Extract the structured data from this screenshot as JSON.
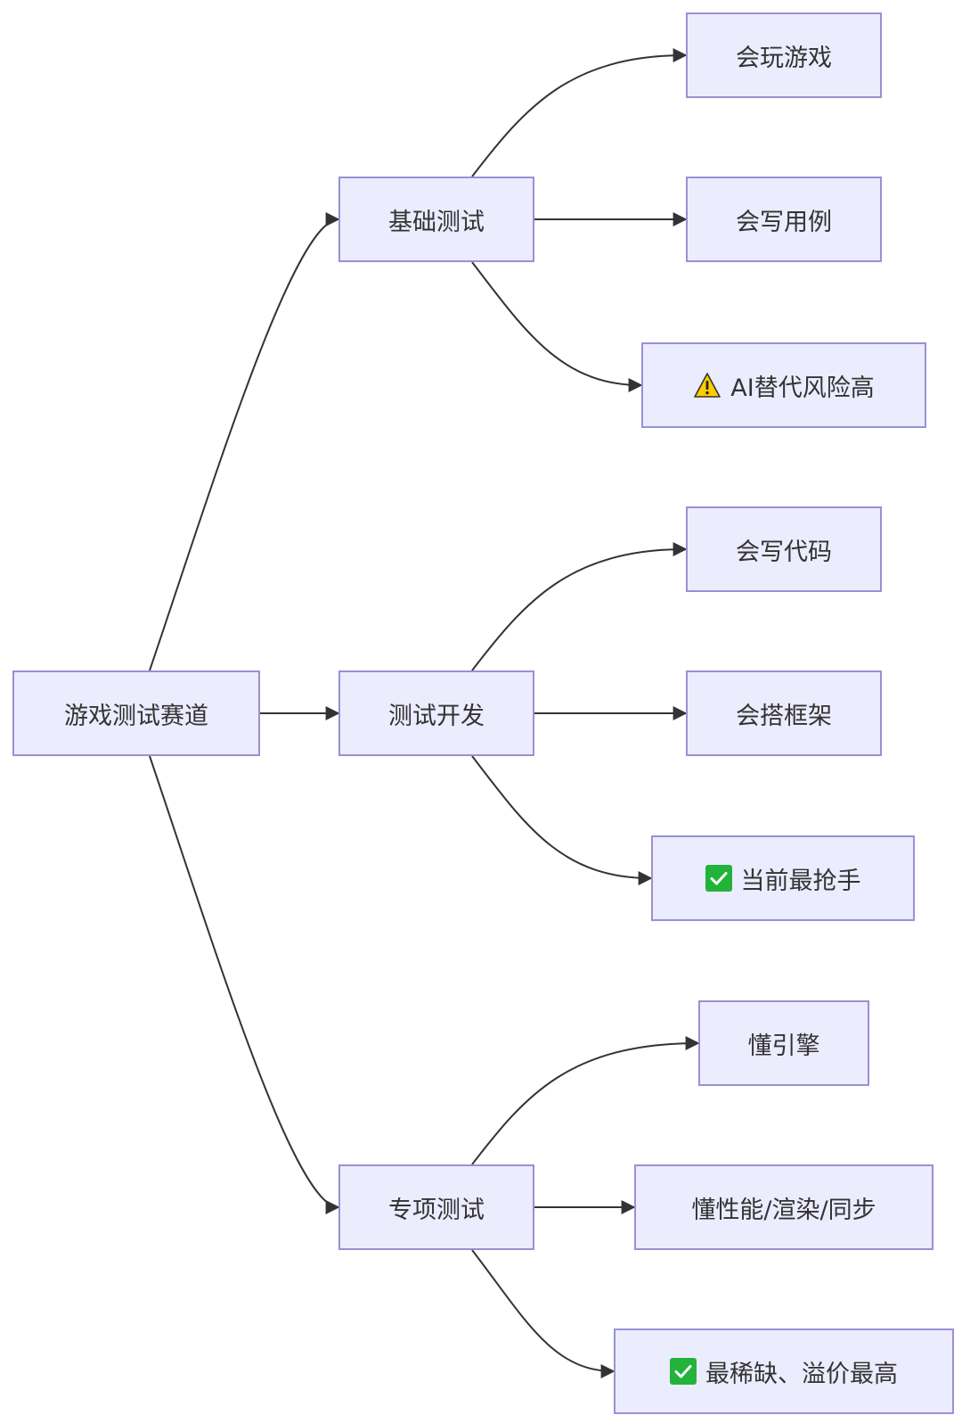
{
  "diagram": {
    "type": "flowchart-LR",
    "root": {
      "label": "游戏测试赛道"
    },
    "branches": [
      {
        "label": "基础测试",
        "children": [
          {
            "label": "会玩游戏",
            "icon": ""
          },
          {
            "label": "会写用例",
            "icon": ""
          },
          {
            "label": "AI替代风险高",
            "icon": "warning-icon"
          }
        ]
      },
      {
        "label": "测试开发",
        "children": [
          {
            "label": "会写代码",
            "icon": ""
          },
          {
            "label": "会搭框架",
            "icon": ""
          },
          {
            "label": "当前最抢手",
            "icon": "check-icon"
          }
        ]
      },
      {
        "label": "专项测试",
        "children": [
          {
            "label": "懂引擎",
            "icon": ""
          },
          {
            "label": "懂性能/渲染/同步",
            "icon": ""
          },
          {
            "label": "最稀缺、溢价最高",
            "icon": "check-icon"
          }
        ]
      }
    ],
    "colors": {
      "node_fill": "#ececff",
      "node_border": "#9b8fd6",
      "edge": "#333333",
      "text": "#333333",
      "check_fill": "#22b33b",
      "warning_fill": "#ffcc00"
    }
  }
}
